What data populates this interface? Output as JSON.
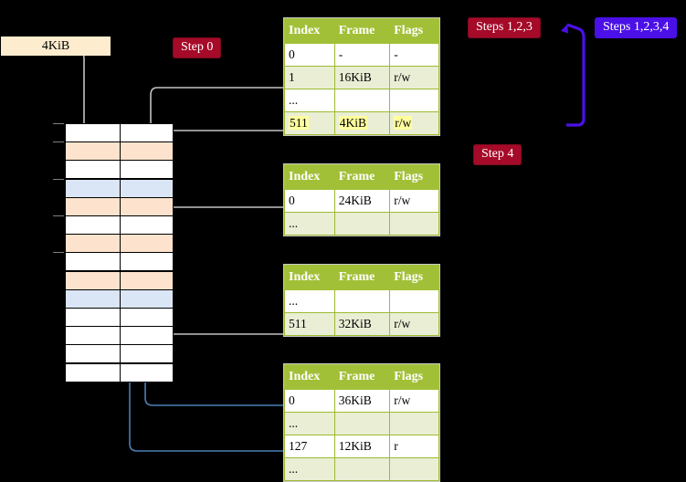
{
  "labels": {
    "size_label": "4KiB",
    "step0": "Step 0",
    "step4": "Step 4",
    "steps123": "Steps 1,2,3",
    "steps1234": "Steps 1,2,3,4"
  },
  "colors": {
    "badge_red": "#a50a28",
    "badge_blue": "#4b10e8",
    "label_cream": "#fdeccd",
    "table_header": "#a2c037",
    "table_alt_row": "#e9eed5",
    "highlight": "#ffff9e",
    "mem_orange": "#fde3cd",
    "mem_blue": "#dae6f5",
    "arrow_gray": "#c0c0c0",
    "arrow_blue": "#5588bb",
    "background": "#000000"
  },
  "tables": [
    {
      "id": "pml4-table",
      "headers": [
        "Index",
        "Frame",
        "Flags"
      ],
      "rows": [
        {
          "style": "plain",
          "cells": [
            "0",
            "-",
            "-"
          ],
          "highlight": false
        },
        {
          "style": "alt",
          "cells": [
            "1",
            "16KiB",
            "r/w"
          ],
          "highlight": false
        },
        {
          "style": "plain",
          "cells": [
            "...",
            "",
            ""
          ],
          "highlight": false
        },
        {
          "style": "alt",
          "cells": [
            "511",
            "4KiB",
            "r/w"
          ],
          "highlight": true
        }
      ]
    },
    {
      "id": "pdpt-table",
      "headers": [
        "Index",
        "Frame",
        "Flags"
      ],
      "rows": [
        {
          "style": "plain",
          "cells": [
            "0",
            "24KiB",
            "r/w"
          ],
          "highlight": false
        },
        {
          "style": "alt",
          "cells": [
            "...",
            "",
            ""
          ],
          "highlight": false
        }
      ]
    },
    {
      "id": "pd-table",
      "headers": [
        "Index",
        "Frame",
        "Flags"
      ],
      "rows": [
        {
          "style": "plain",
          "cells": [
            "...",
            "",
            ""
          ],
          "highlight": false
        },
        {
          "style": "alt",
          "cells": [
            "511",
            "32KiB",
            "r/w"
          ],
          "highlight": false
        }
      ]
    },
    {
      "id": "pt-table",
      "headers": [
        "Index",
        "Frame",
        "Flags"
      ],
      "rows": [
        {
          "style": "plain",
          "cells": [
            "0",
            "36KiB",
            "r/w"
          ],
          "highlight": false
        },
        {
          "style": "alt",
          "cells": [
            "...",
            "",
            ""
          ],
          "highlight": false
        },
        {
          "style": "plain",
          "cells": [
            "127",
            "12KiB",
            "r"
          ],
          "highlight": false
        },
        {
          "style": "alt",
          "cells": [
            "...",
            "",
            ""
          ],
          "highlight": false
        }
      ]
    }
  ],
  "memory_grid": {
    "rows": [
      {
        "fill": "white",
        "tick": true
      },
      {
        "fill": "orange",
        "tick": true
      },
      {
        "fill": "white",
        "tick": false
      },
      {
        "fill": "blue",
        "tick": true
      },
      {
        "fill": "orange",
        "tick": false
      },
      {
        "fill": "white",
        "tick": true
      },
      {
        "fill": "orange",
        "tick": false
      },
      {
        "fill": "white",
        "tick": true
      },
      {
        "fill": "orange",
        "tick": false
      },
      {
        "fill": "blue",
        "tick": false
      },
      {
        "fill": "white",
        "tick": false
      },
      {
        "fill": "white",
        "tick": false
      },
      {
        "fill": "white",
        "tick": false
      },
      {
        "fill": "white",
        "tick": false
      }
    ]
  }
}
